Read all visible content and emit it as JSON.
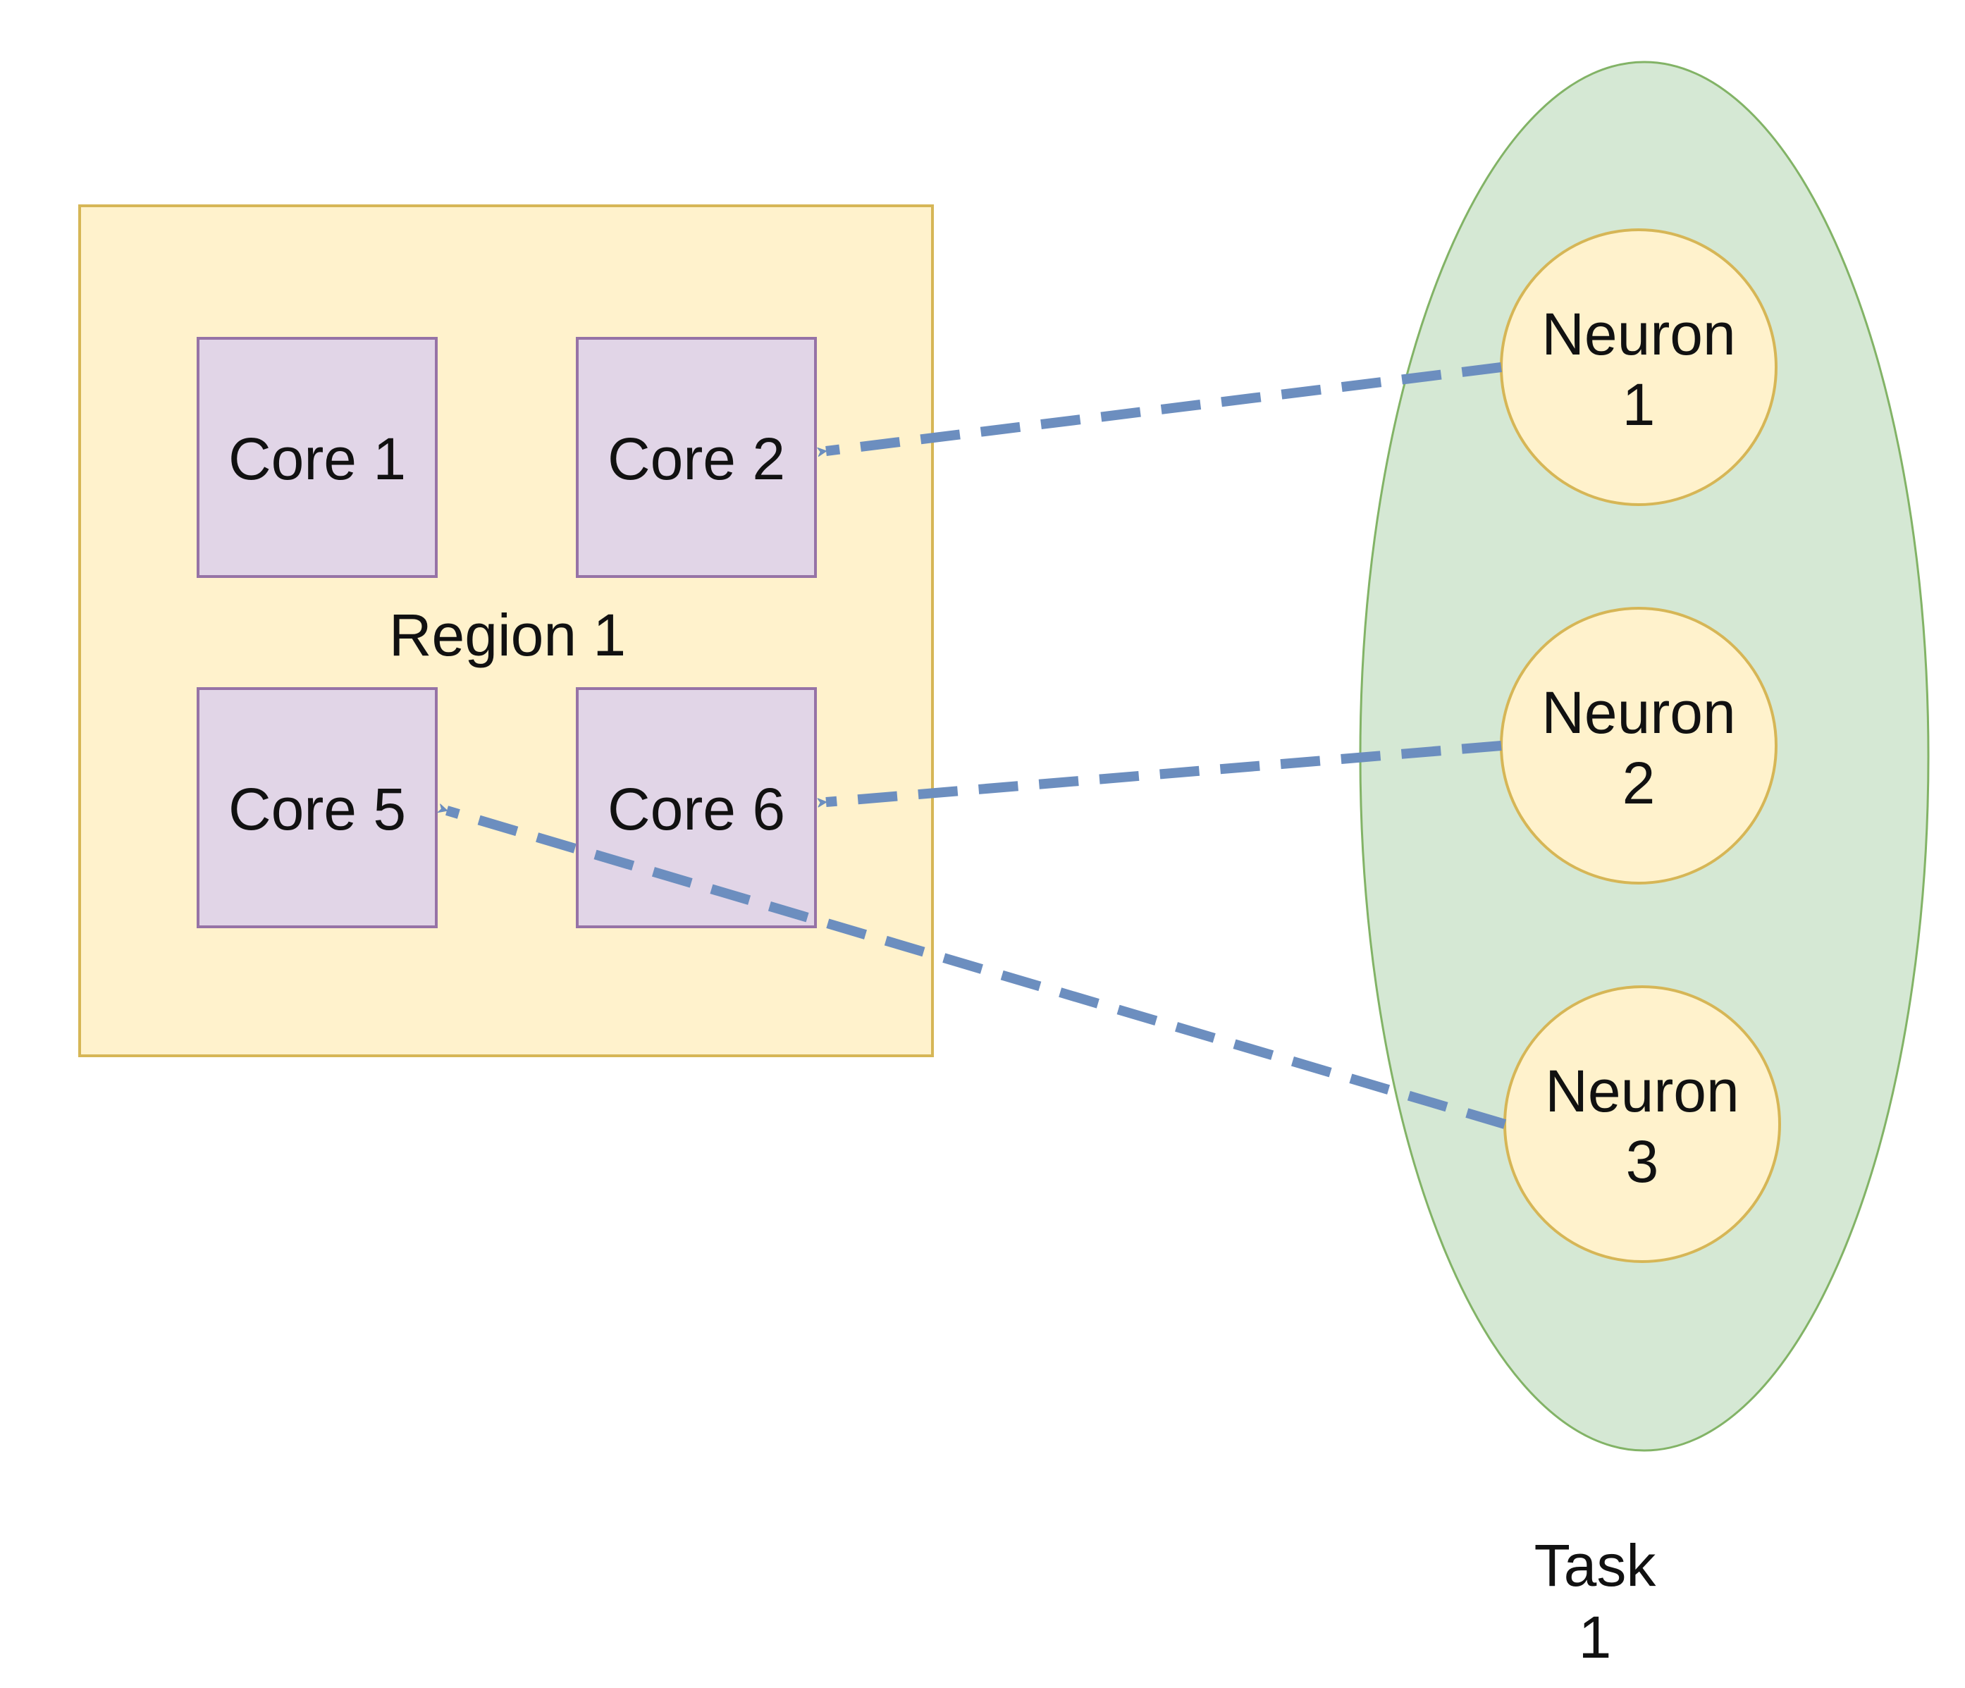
{
  "region": {
    "label": "Region 1",
    "fill": "#fff2cc",
    "stroke": "#d6b656"
  },
  "cores": [
    {
      "id": "core-1",
      "label": "Core 1"
    },
    {
      "id": "core-2",
      "label": "Core 2"
    },
    {
      "id": "core-5",
      "label": "Core 5"
    },
    {
      "id": "core-6",
      "label": "Core 6"
    }
  ],
  "core_style": {
    "fill": "#e1d5e7",
    "stroke": "#9673a6"
  },
  "task": {
    "label_line1": "Task",
    "label_line2": "1",
    "fill": "#d5e8d4",
    "stroke": "#82b366"
  },
  "neurons": [
    {
      "id": "neuron-1",
      "line1": "Neuron",
      "line2": "1"
    },
    {
      "id": "neuron-2",
      "line1": "Neuron",
      "line2": "2"
    },
    {
      "id": "neuron-3",
      "line1": "Neuron",
      "line2": "3"
    }
  ],
  "neuron_style": {
    "fill": "#fff2cc",
    "stroke": "#d6b656"
  },
  "edges": [
    {
      "from": "Neuron 1",
      "to": "Core 2",
      "style": "dashed"
    },
    {
      "from": "Neuron 2",
      "to": "Core 6",
      "style": "dashed"
    },
    {
      "from": "Neuron 3",
      "to": "Core 5",
      "style": "dashed"
    }
  ],
  "edge_color": "#6c8ebf"
}
